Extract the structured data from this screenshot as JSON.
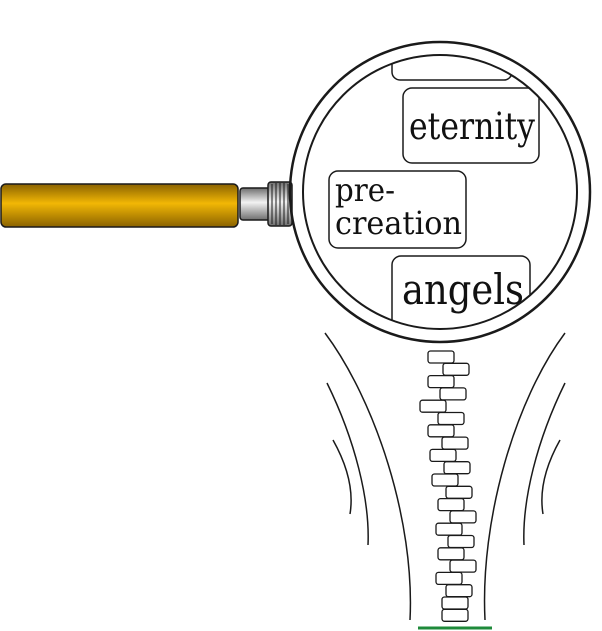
{
  "words": {
    "eternity": "eternity",
    "pre_line1": "pre-",
    "pre_line2": "creation",
    "angels": "angels"
  },
  "colors": {
    "handle_gold": "#f2b705",
    "handle_dark": "#8a6200",
    "ferrule_grey": "#b8b8b8",
    "outline": "#1a1a1a",
    "baseline_green": "#1e8a3a"
  },
  "icons": {
    "tool": "magnifying-glass-icon",
    "stack": "zipper-stack-icon"
  }
}
